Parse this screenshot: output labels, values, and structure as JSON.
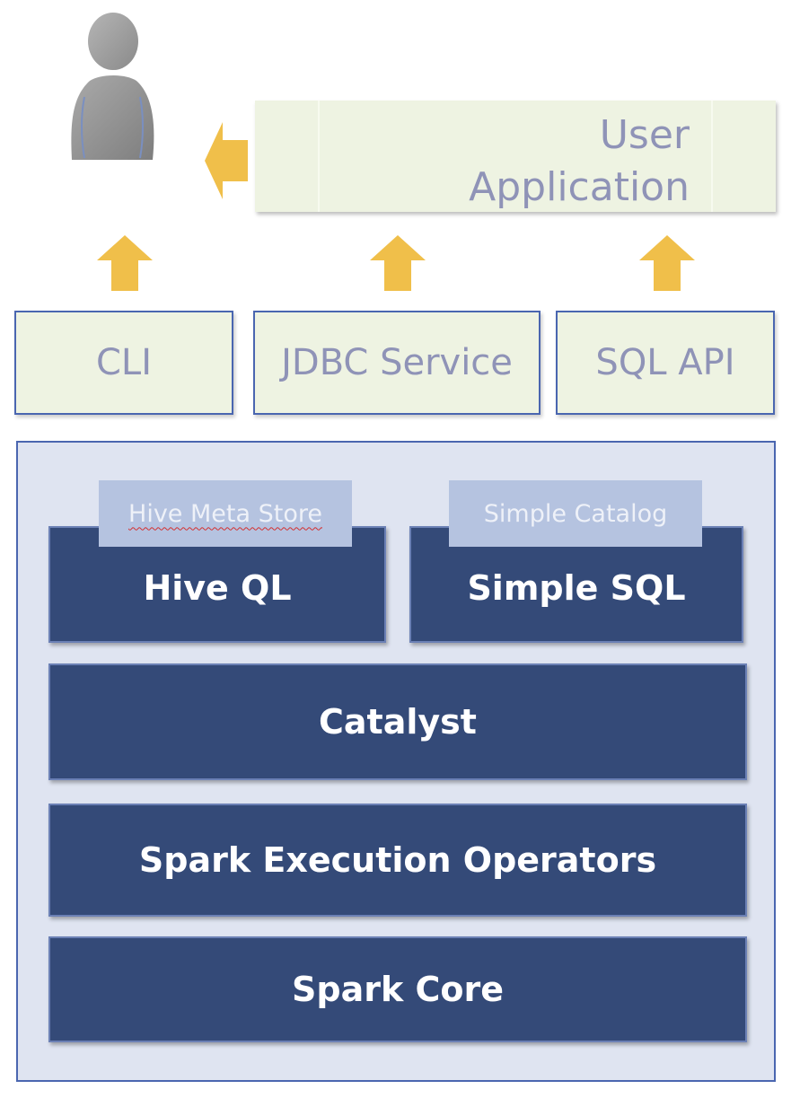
{
  "user_application": {
    "line1": "User",
    "line2": "Application"
  },
  "interfaces": {
    "cli": "CLI",
    "jdbc": "JDBC Service",
    "sql_api": "SQL API"
  },
  "stack": {
    "hive_meta_store": "Hive Meta Store",
    "simple_catalog": "Simple Catalog",
    "hive_ql": "Hive QL",
    "simple_sql": "Simple SQL",
    "catalyst": "Catalyst",
    "execution_operators": "Spark Execution Operators",
    "core": "Spark Core"
  },
  "colors": {
    "arrow": "#f0bf4a",
    "light_box": "#eef3e2",
    "light_text": "#8f93b7",
    "dark_layer": "#344a78",
    "container_bg": "#dfe4f1",
    "store_bg": "#b5c3e0",
    "border": "#4a66b0"
  },
  "icons": {
    "user": "user-person-icon",
    "arrow_left": "arrow-left-icon",
    "arrow_up": "arrow-up-icon"
  }
}
